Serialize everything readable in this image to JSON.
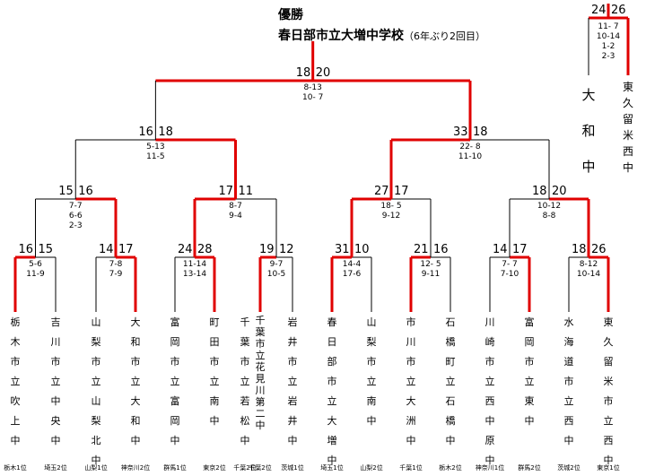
{
  "title": {
    "label": "優勝",
    "champion": "春日部市立大増中学校",
    "note": "（6年ぶり2回目）"
  },
  "teams": [
    {
      "name": "栃木市立吹上中",
      "rank": "栃木1位"
    },
    {
      "name": "吉川市立中央中",
      "rank": "埼玉2位"
    },
    {
      "name": "山梨市立山梨北中",
      "rank": "山梨1位"
    },
    {
      "name": "大和市立大和中",
      "rank": "神奈川2位"
    },
    {
      "name": "富岡市立富岡中",
      "rank": "群馬1位"
    },
    {
      "name": "町田市立南中",
      "rank": "東京2位"
    },
    {
      "name": "千葉市立若松中",
      "rank": "千葉2位"
    },
    {
      "name": "千葉市立花見川第二中",
      "rank": "千葉2位"
    },
    {
      "name": "岩井市立岩井中",
      "rank": "茨城1位"
    },
    {
      "name": "春日部市立大増中",
      "rank": "埼玉1位"
    },
    {
      "name": "山梨市立南中",
      "rank": "山梨2位"
    },
    {
      "name": "市川市立大洲中",
      "rank": "千葉1位"
    },
    {
      "name": "石橋町立石橋中",
      "rank": "栃木2位"
    },
    {
      "name": "川崎市立西中原中",
      "rank": "神奈川1位"
    },
    {
      "name": "富岡市立東中",
      "rank": "群馬2位"
    },
    {
      "name": "水海道市立西中",
      "rank": "茨城2位"
    },
    {
      "name": "東久留米市立西中",
      "rank": "東京1位"
    }
  ],
  "rounds": {
    "r1": [
      {
        "ls": "16",
        "rs": "15",
        "sets": "5-6\n11-9"
      },
      {
        "ls": "14",
        "rs": "17",
        "sets": "7-8\n7-9"
      },
      {
        "ls": "24",
        "rs": "28",
        "sets": "11-14\n13-14"
      },
      {
        "ls": "19",
        "rs": "12",
        "sets": "9-7\n10-5"
      },
      {
        "ls": "31",
        "rs": "10",
        "sets": "14-4\n17-6"
      },
      {
        "ls": "21",
        "rs": "16",
        "sets": "12- 5\n9-11"
      },
      {
        "ls": "14",
        "rs": "17",
        "sets": "7- 7\n7-10"
      },
      {
        "ls": "18",
        "rs": "26",
        "sets": "8-12\n10-14"
      }
    ],
    "r2": [
      {
        "ls": "15",
        "rs": "16",
        "sets": "7-7\n6-6\n2-3"
      },
      {
        "ls": "17",
        "rs": "11",
        "sets": "8-7\n9-4"
      },
      {
        "ls": "27",
        "rs": "17",
        "sets": "18- 5\n9-12"
      },
      {
        "ls": "18",
        "rs": "20",
        "sets": "10-12\n8-8"
      }
    ],
    "semi": [
      {
        "ls": "16",
        "rs": "18",
        "sets": "5-13\n11-5"
      },
      {
        "ls": "33",
        "rs": "18",
        "sets": "22- 8\n11-10"
      }
    ],
    "final": {
      "ls": "18",
      "rs": "20",
      "sets": "8-13\n10- 7"
    }
  },
  "playoff": {
    "ls": "24",
    "rs": "26",
    "sets": "11- 7\n10-14\n1-2\n2-3",
    "left": "大和中",
    "right": "東久留米西中"
  },
  "colors": {
    "win": "#e00000",
    "line": "#000000"
  }
}
